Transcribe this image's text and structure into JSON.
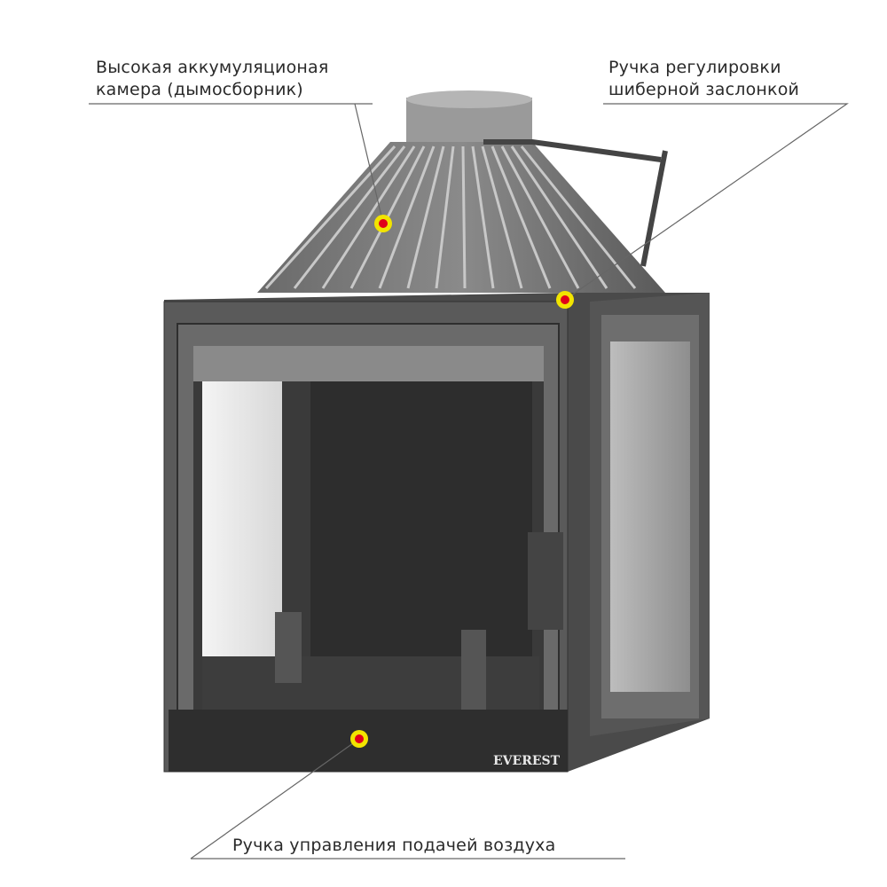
{
  "annotations": [
    {
      "lines": [
        "Высокая аккумуляционая",
        "камера (дымосборник)"
      ]
    },
    {
      "lines": [
        "Ручка регулировки",
        "шиберной заслонкой"
      ]
    },
    {
      "lines": [
        "Ручка управления подачей воздуха"
      ]
    }
  ],
  "brand_logo": "EVEREST",
  "colors": {
    "marker_outer": "#f2e400",
    "marker_inner": "#e0001a",
    "leader_line": "#555555"
  }
}
